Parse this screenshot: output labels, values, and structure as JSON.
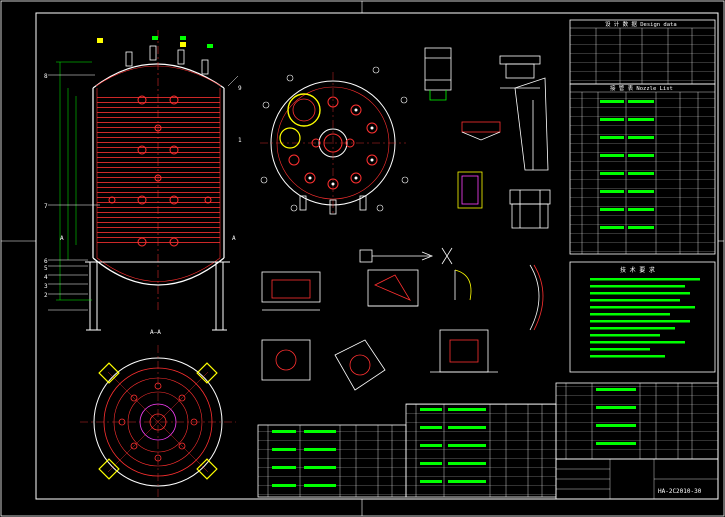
{
  "drawing": {
    "title_number": "HA-2C2010-30",
    "design_data_title": "设 计 数 据 Design data",
    "nozzle_list_title": "接 管 表 Nozzle List",
    "tech_req_title": "技 术 要 求",
    "section_aa": "A—A",
    "datum_a": "A",
    "part_numbers": [
      "8",
      "9",
      "1",
      "7",
      "6",
      "5",
      "4",
      "3",
      "2"
    ]
  },
  "colors": {
    "background": "#000000",
    "frame": "#ffffff",
    "table": "#ffffff",
    "accent_red": "#ff3030",
    "accent_green": "#00ff00",
    "accent_yellow": "#ffff00",
    "accent_cyan": "#00ffff",
    "accent_magenta": "#ff40ff"
  }
}
